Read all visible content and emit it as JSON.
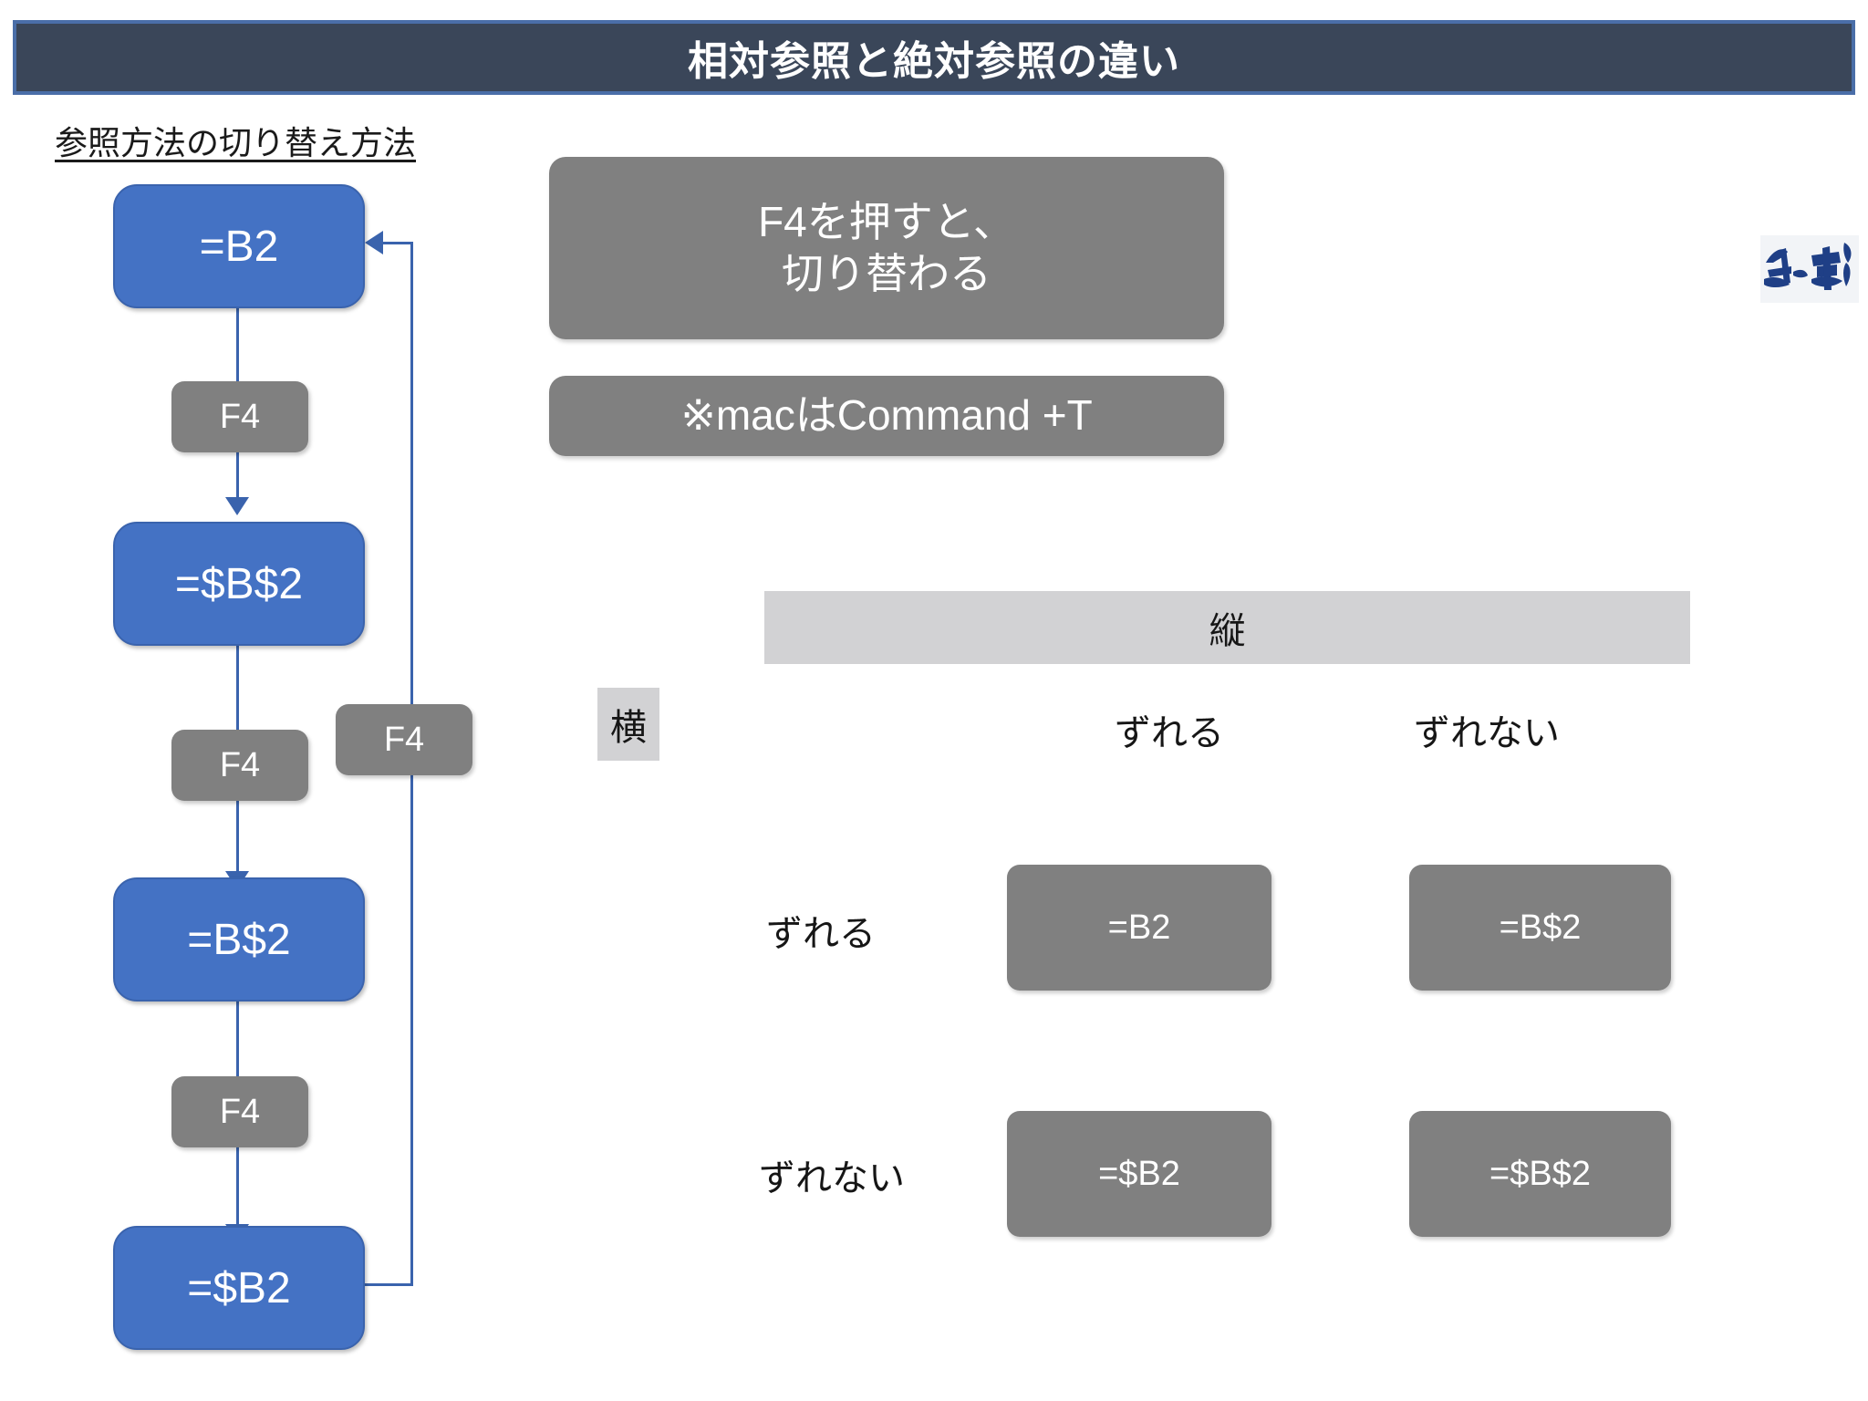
{
  "slide": {
    "title": "相対参照と絶対参照の違い",
    "background_color": "#ffffff",
    "title_bar_color": "#3a4659",
    "title_border_color": "#4a6ea8",
    "accent_blue": "#4472c4",
    "accent_gray": "#808080",
    "header_gray": "#d2d2d4"
  },
  "flow": {
    "heading": "参照方法の切り替え方法",
    "nodes": [
      {
        "label": "=B2"
      },
      {
        "label": "=$B$2"
      },
      {
        "label": "=B$2"
      },
      {
        "label": "=$B2"
      }
    ],
    "step_labels": [
      {
        "label": "F4"
      },
      {
        "label": "F4"
      },
      {
        "label": "F4"
      }
    ],
    "return_label": {
      "label": "F4"
    }
  },
  "callouts": [
    {
      "lines": [
        "F4を押すと、",
        "切り替わる"
      ]
    },
    {
      "lines": [
        "※macはCommand +T"
      ]
    }
  ],
  "matrix": {
    "vertical_header": "縦",
    "horizontal_header": "横",
    "column_labels": [
      "ずれる",
      "ずれない"
    ],
    "row_labels": [
      "ずれる",
      "ずれない"
    ],
    "cells": [
      [
        "=B2",
        "=B$2"
      ],
      [
        "=$B2",
        "=$B$2"
      ]
    ]
  },
  "logo": {
    "name": "brand-logo",
    "color": "#1f3f86"
  }
}
